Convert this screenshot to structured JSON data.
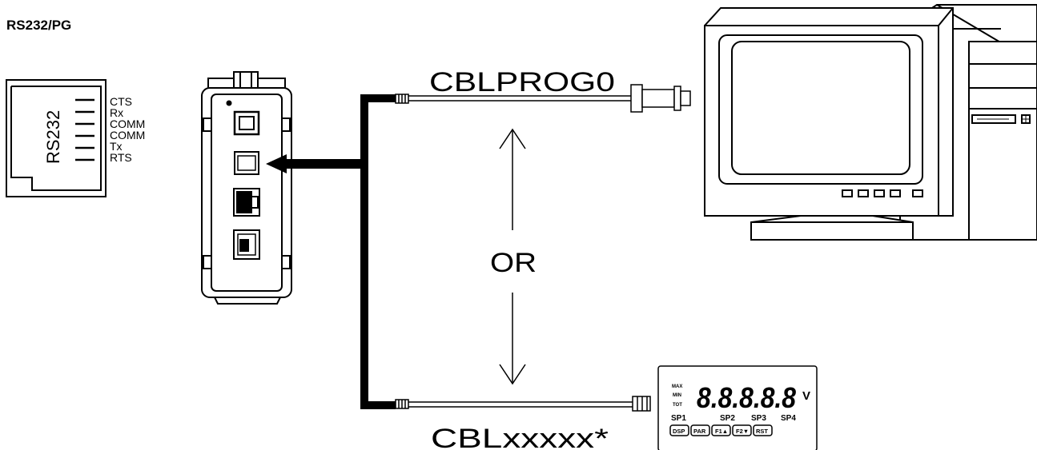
{
  "header": {
    "title": "RS232/PG"
  },
  "jack": {
    "label": "RS232",
    "pins": [
      "CTS",
      "Rx",
      "COMM",
      "COMM",
      "Tx",
      "RTS"
    ]
  },
  "cables": {
    "top_label": "CBLPROG0",
    "bottom_label": "CBLxxxxx*",
    "or_label": "OR"
  },
  "meter": {
    "digits": "8.8.8.8.8",
    "unit": "V",
    "indicators": [
      "MAX",
      "MIN",
      "TOT"
    ],
    "setpoints": [
      "SP1",
      "SP2",
      "SP3",
      "SP4"
    ],
    "buttons": [
      "DSP",
      "PAR",
      "F1▲",
      "F2▼",
      "RST"
    ]
  }
}
